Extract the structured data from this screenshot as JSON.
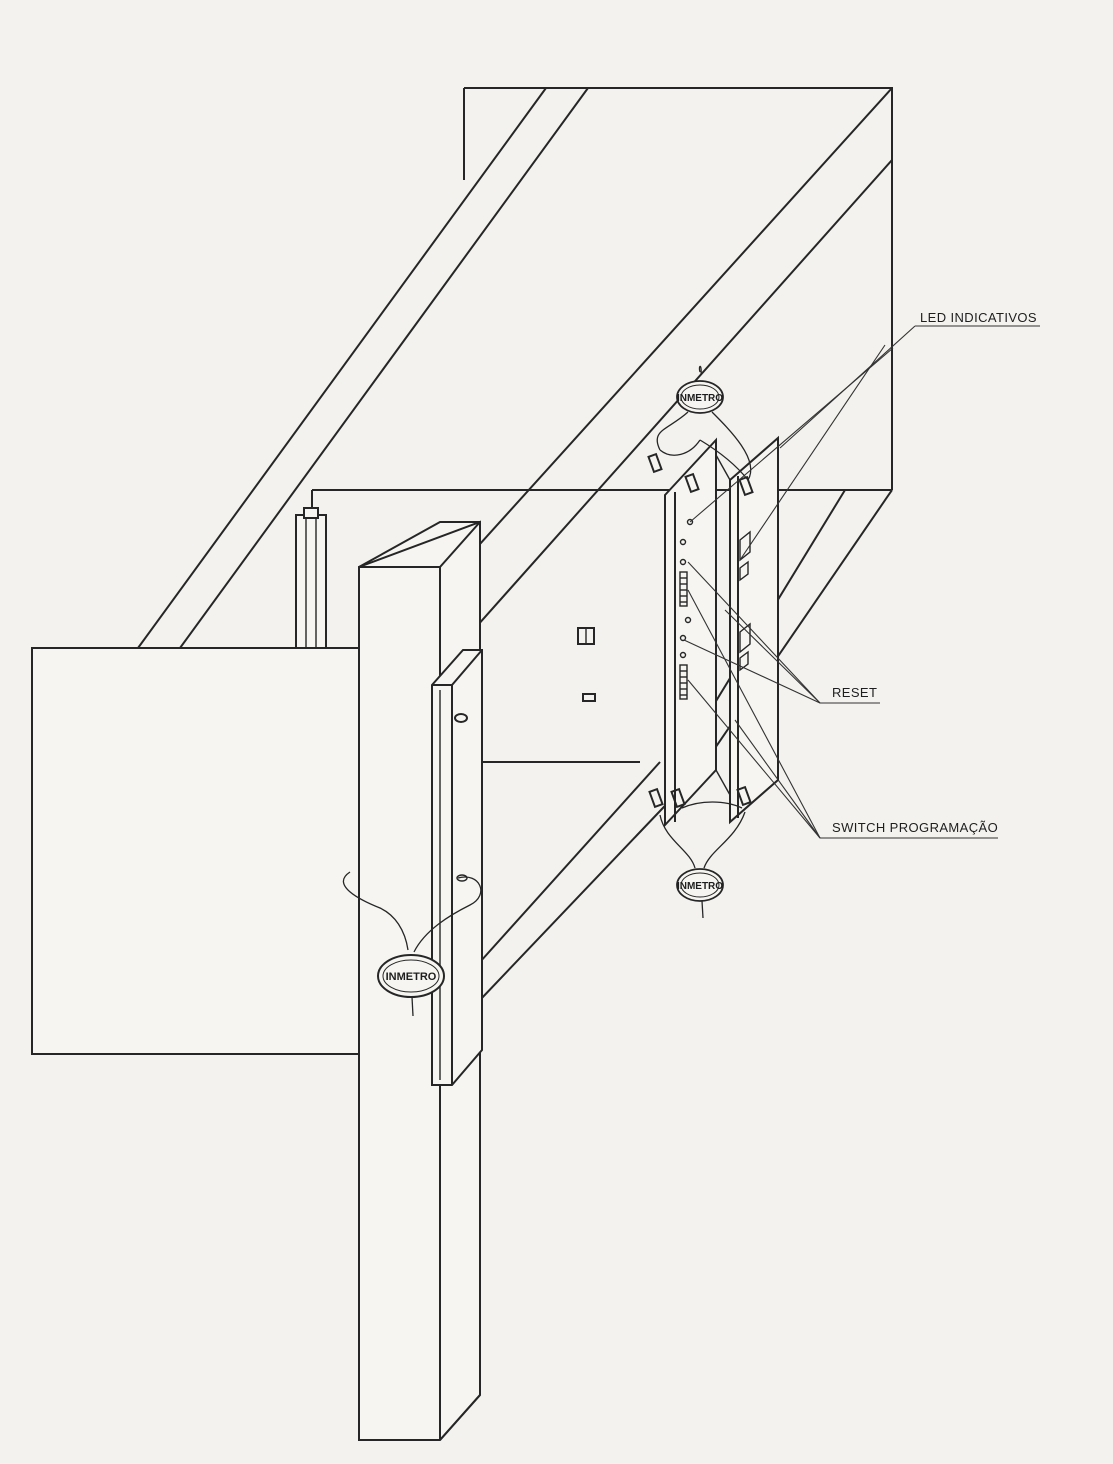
{
  "labels": {
    "led": "LED INDICATIVOS",
    "reset": "RESET",
    "switch": "SWITCH PROGRAMAÇÃO"
  },
  "seals": {
    "top": "INMETRO",
    "bottom": "INMETRO",
    "left": "INMETRO"
  },
  "colors": {
    "line": "#262626",
    "paper": "#f3f2ee"
  }
}
